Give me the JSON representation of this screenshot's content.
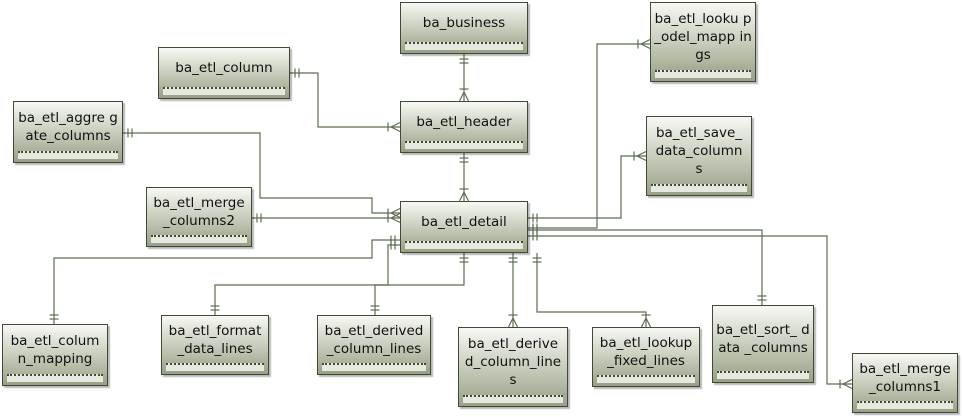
{
  "diagram": {
    "type": "entity-relationship",
    "entities": {
      "ba_business": "ba_business",
      "ba_etl_column": "ba_etl_column",
      "ba_etl_header": "ba_etl_header",
      "ba_etl_aggregate_columns": "ba_etl_aggre gate_columns",
      "ba_etl_lookup_odel_mappings": "ba_etl_looku p_odel_mapp ings",
      "ba_etl_save_data_columns": "ba_etl_save_ data_column s",
      "ba_etl_merge_columns2": "ba_etl_merge _columns2",
      "ba_etl_detail": "ba_etl_detail",
      "ba_etl_column_mapping": "ba_etl_colum n_mapping",
      "ba_etl_format_data_lines": "ba_etl_format _data_lines",
      "ba_etl_derived_column_lines": "ba_etl_derived _column_lines",
      "ba_etl_derived_column_lines_2": "ba_etl_derive d_column_line s",
      "ba_etl_lookup_fixed_lines": "ba_etl_lookup _fixed_lines",
      "ba_etl_sort_data_columns": "ba_etl_sort_ data _columns",
      "ba_etl_merge_columns1": "ba_etl_merge _columns1"
    },
    "relationships": [
      {
        "from": "ba_business",
        "to": "ba_etl_header"
      },
      {
        "from": "ba_etl_column",
        "to": "ba_etl_header"
      },
      {
        "from": "ba_etl_header",
        "to": "ba_etl_detail"
      },
      {
        "from": "ba_etl_aggregate_columns",
        "to": "ba_etl_detail"
      },
      {
        "from": "ba_etl_merge_columns2",
        "to": "ba_etl_detail"
      },
      {
        "from": "ba_etl_detail",
        "to": "ba_etl_lookup_odel_mappings"
      },
      {
        "from": "ba_etl_detail",
        "to": "ba_etl_save_data_columns"
      },
      {
        "from": "ba_etl_detail",
        "to": "ba_etl_column_mapping"
      },
      {
        "from": "ba_etl_detail",
        "to": "ba_etl_format_data_lines"
      },
      {
        "from": "ba_etl_detail",
        "to": "ba_etl_derived_column_lines"
      },
      {
        "from": "ba_etl_detail",
        "to": "ba_etl_derived_column_lines_2"
      },
      {
        "from": "ba_etl_detail",
        "to": "ba_etl_lookup_fixed_lines"
      },
      {
        "from": "ba_etl_detail",
        "to": "ba_etl_sort_data_columns"
      },
      {
        "from": "ba_etl_detail",
        "to": "ba_etl_merge_columns1"
      }
    ],
    "colors": {
      "line": "#5e6d52",
      "border": "#3f4a37",
      "fill_top": "#f7f8f4",
      "fill_bottom": "#98a086"
    }
  }
}
